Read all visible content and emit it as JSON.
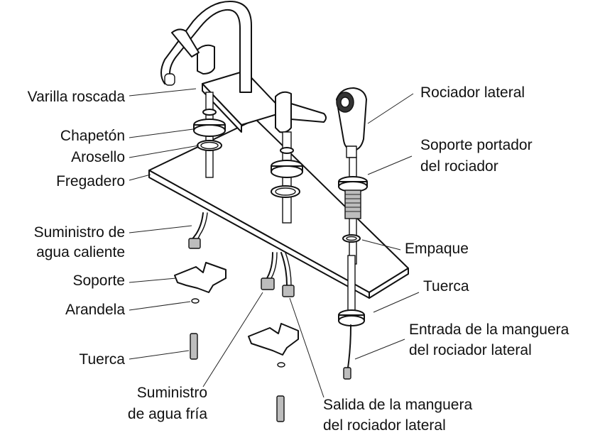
{
  "labels": {
    "varilla": "Varilla roscada",
    "chapeton": "Chapetón",
    "arosello": "Arosello",
    "fregadero": "Fregadero",
    "caliente_1": "Suministro de",
    "caliente_2": "agua caliente",
    "soporte": "Soporte",
    "arandela": "Arandela",
    "tuerca_left": "Tuerca",
    "fria_1": "Suministro",
    "fria_2": "de agua fría",
    "salida_1": "Salida de la manguera",
    "salida_2": "del rociador lateral",
    "rociador": "Rociador lateral",
    "soporte_rociador_1": "Soporte portador",
    "soporte_rociador_2": "del rociador",
    "empaque": "Empaque",
    "tuerca_right": "Tuerca",
    "entrada_1": "Entrada de la manguera",
    "entrada_2": "del rociador lateral"
  }
}
